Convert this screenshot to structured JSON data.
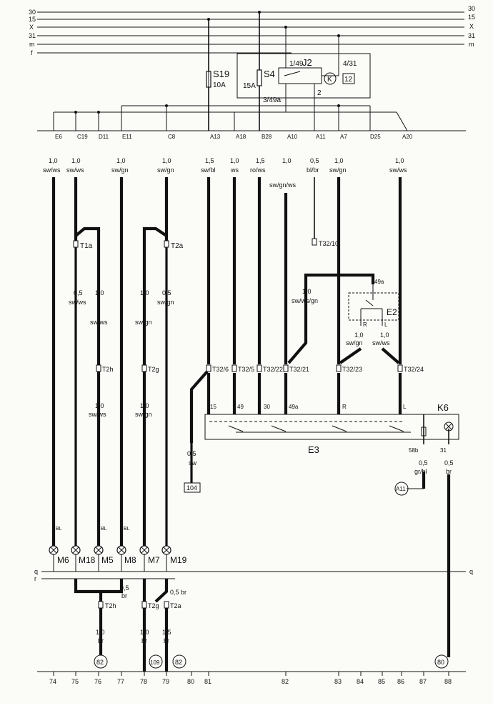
{
  "rails": {
    "left": [
      "30",
      "15",
      "X",
      "31",
      "m",
      "f"
    ],
    "right": [
      "30",
      "15",
      "X",
      "31",
      "m"
    ],
    "q_left": "q",
    "q_right": "q",
    "r_left": "r"
  },
  "fuses": {
    "s19_name": "S19",
    "s19_rating": "10A",
    "s4_name": "S4",
    "s4_rating": "15A"
  },
  "relay_j2": {
    "name": "J2",
    "term_149": "1/49",
    "term_431": "4/31",
    "term_349a": "3/49a",
    "term_2": "2",
    "k_symbol": "K",
    "box_num": "12"
  },
  "connector_terms": [
    "E6",
    "C19",
    "D11",
    "E11",
    "C8",
    "A13",
    "A18",
    "B28",
    "A10",
    "A11",
    "A7",
    "D25",
    "A20"
  ],
  "wires_top": [
    {
      "size": "1,0",
      "color": "sw/ws"
    },
    {
      "size": "1,0",
      "color": "sw/ws"
    },
    {
      "size": "1,0",
      "color": "sw/gn"
    },
    {
      "size": "1,0",
      "color": "sw/gn"
    },
    {
      "size": "1,5",
      "color": "sw/bl"
    },
    {
      "size": "1,0",
      "color": "ws"
    },
    {
      "size": "1,5",
      "color": "ro/ws"
    },
    {
      "size": "1,0",
      "color": "sw/gn/ws"
    },
    {
      "size": "0,5",
      "color": "bl/br"
    },
    {
      "size": "1,0",
      "color": "sw/gn"
    },
    {
      "size": "1,0",
      "color": "sw/ws"
    }
  ],
  "connectors": {
    "t1a": "T1a",
    "t2a": "T2a",
    "t32_10": "T32/10",
    "t2h": "T2h",
    "t2g": "T2g",
    "t32_6": "T32/6",
    "t32_5": "T32/5",
    "t32_22": "T32/22",
    "t32_21": "T32/21",
    "t32_23": "T32/23",
    "t32_24": "T32/24",
    "t2h_b": "T2h",
    "t2g_b": "T2g",
    "t2a_b": "T2a"
  },
  "wires_mid": {
    "w1": {
      "size": "0,5",
      "color": "sw/ws"
    },
    "w2": {
      "size": "1,0",
      "color": "sw/ws"
    },
    "w3": {
      "size": "1,0",
      "color": "sw/gn"
    },
    "w4": {
      "size": "0,5",
      "color": "sw/gn"
    },
    "w5": {
      "size": "1,0",
      "color": "sw/ws"
    },
    "w6": {
      "size": "1,0",
      "color": "sw/gn"
    },
    "w7": {
      "size": "1,0",
      "color": "sw/ws/gn"
    }
  },
  "switch_e2": {
    "name": "E2",
    "term_49a": "49a",
    "r": "R",
    "l": "L",
    "wr": {
      "size": "1,0",
      "color": "sw/gn"
    },
    "wl": {
      "size": "1,0",
      "color": "sw/ws"
    }
  },
  "switch_e3": {
    "name": "E3",
    "terms": [
      "15",
      "49",
      "30",
      "49a",
      "R",
      "L"
    ]
  },
  "k6": {
    "name": "K6",
    "term_58b": "58b",
    "term_31": "31"
  },
  "wires_low": {
    "sw": {
      "size": "0,5",
      "color": "sw"
    },
    "grbl": {
      "size": "0,5",
      "color": "gr/bl"
    },
    "br": {
      "size": "0,5",
      "color": "br"
    }
  },
  "refs": {
    "r104": "104",
    "a11": "A11",
    "r82a": "82",
    "r109": "109",
    "r82b": "82",
    "r80": "80"
  },
  "lamps": {
    "bl1": "BL",
    "bl2": "BL",
    "bl3": "BL",
    "m6": "M6",
    "m18": "M18",
    "m5": "M5",
    "m8": "M8",
    "m7": "M7",
    "m19": "M19"
  },
  "bottom_wires": {
    "br05a": {
      "size": "0,5",
      "color": "br"
    },
    "br05b": "0,5 br",
    "w76": {
      "size": "1,0",
      "color": "br"
    },
    "w78": {
      "size": "1,0",
      "color": "br"
    },
    "w79": {
      "size": "1,5",
      "color": "br"
    }
  },
  "track_numbers": [
    "74",
    "75",
    "76",
    "77",
    "78",
    "79",
    "80",
    "81",
    "82",
    "83",
    "84",
    "85",
    "86",
    "87",
    "88"
  ]
}
